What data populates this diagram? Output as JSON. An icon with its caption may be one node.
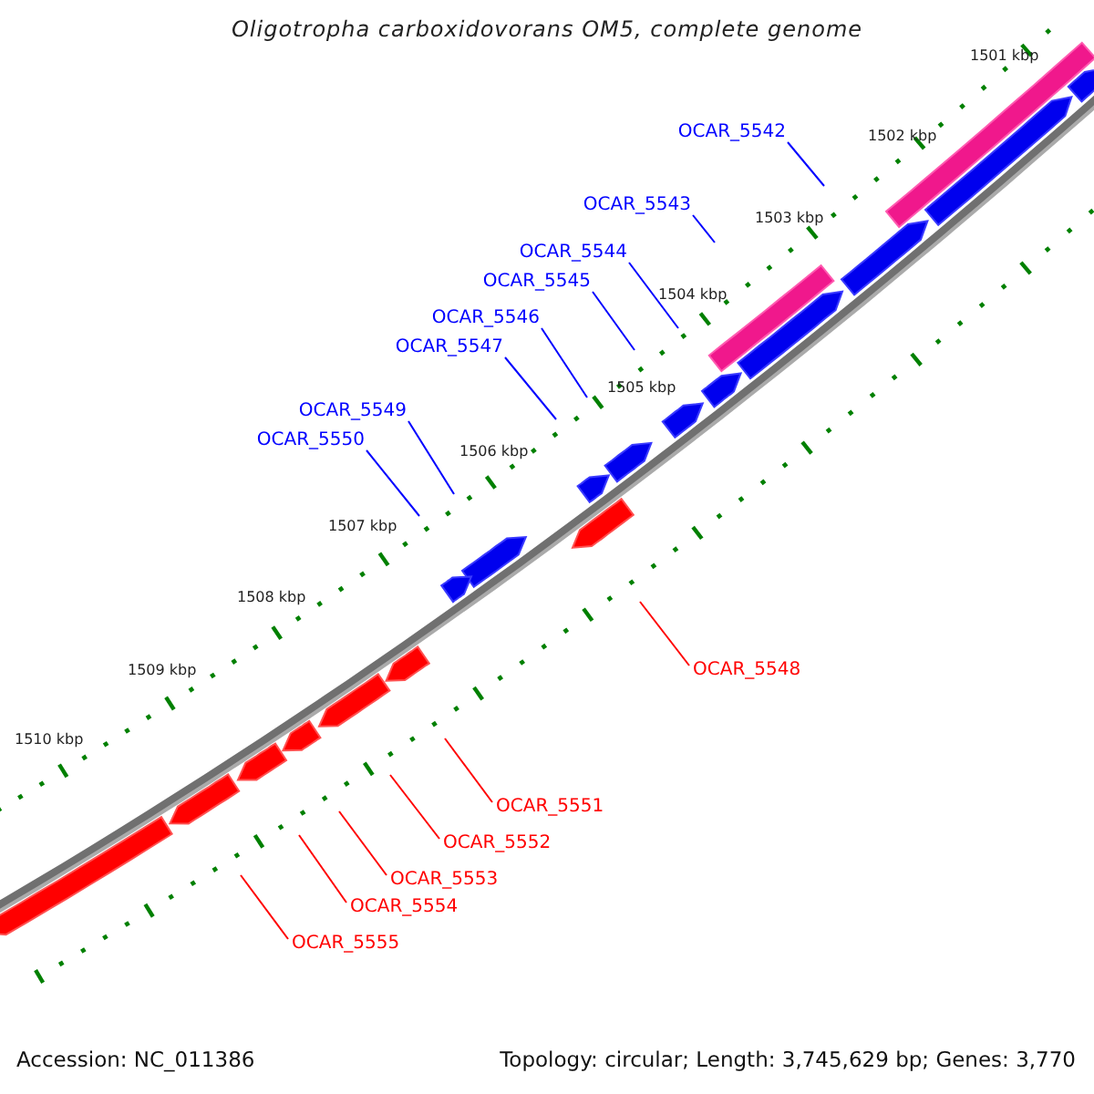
{
  "diagram": {
    "title": "Oligotropha carboxidovorans OM5, complete genome",
    "nodes": [
      {
        "text": [
          "OCAR_5542"
        ]
      },
      {
        "text": [
          "OCAR_5543"
        ]
      },
      {
        "text": [
          "OCAR_5544"
        ]
      },
      {
        "text": [
          "OCAR_5545"
        ]
      },
      {
        "text": [
          "OCAR_5546"
        ]
      },
      {
        "text": [
          "OCAR_5547"
        ]
      },
      {
        "text": [
          "OCAR_5549"
        ]
      },
      {
        "text": [
          "OCAR_5550"
        ]
      },
      {
        "text": [
          "OCAR_5548"
        ]
      },
      {
        "text": [
          "OCAR_5551"
        ]
      },
      {
        "text": [
          "OCAR_5552"
        ]
      },
      {
        "text": [
          "OCAR_5553"
        ]
      },
      {
        "text": [
          "OCAR_5554"
        ]
      },
      {
        "text": [
          "OCAR_5555"
        ]
      }
    ],
    "edges": [
      {
        "from": 0,
        "to": null,
        "arrow": "none"
      },
      {
        "from": 1,
        "to": null,
        "arrow": "none"
      },
      {
        "from": 2,
        "to": null,
        "arrow": "none"
      },
      {
        "from": 3,
        "to": null,
        "arrow": "none"
      },
      {
        "from": 4,
        "to": null,
        "arrow": "none"
      },
      {
        "from": 5,
        "to": null,
        "arrow": "none"
      },
      {
        "from": 6,
        "to": null,
        "arrow": "none"
      },
      {
        "from": 7,
        "to": null,
        "arrow": "none"
      },
      {
        "from": 8,
        "to": null,
        "arrow": "none",
        "color": "#ff0000"
      },
      {
        "from": 9,
        "to": null,
        "arrow": "none",
        "color": "#ff0000"
      },
      {
        "from": 10,
        "to": null,
        "arrow": "none",
        "color": "#ff0000"
      },
      {
        "from": 11,
        "to": null,
        "arrow": "none",
        "color": "#ff0000"
      },
      {
        "from": 12,
        "to": null,
        "arrow": "none",
        "color": "#ff0000"
      },
      {
        "from": 13,
        "to": null,
        "arrow": "none",
        "color": "#ff0000"
      }
    ],
    "labels": [
      "1501 kbp",
      "1502 kbp",
      "1503 kbp",
      "1504 kbp",
      "1505 kbp",
      "1506 kbp",
      "1507 kbp",
      "1508 kbp",
      "1509 kbp",
      "1510 kbp",
      "Accession: NC_011386",
      "Topology: circular; Length: 3,745,629 bp; Genes: 3,770"
    ]
  }
}
